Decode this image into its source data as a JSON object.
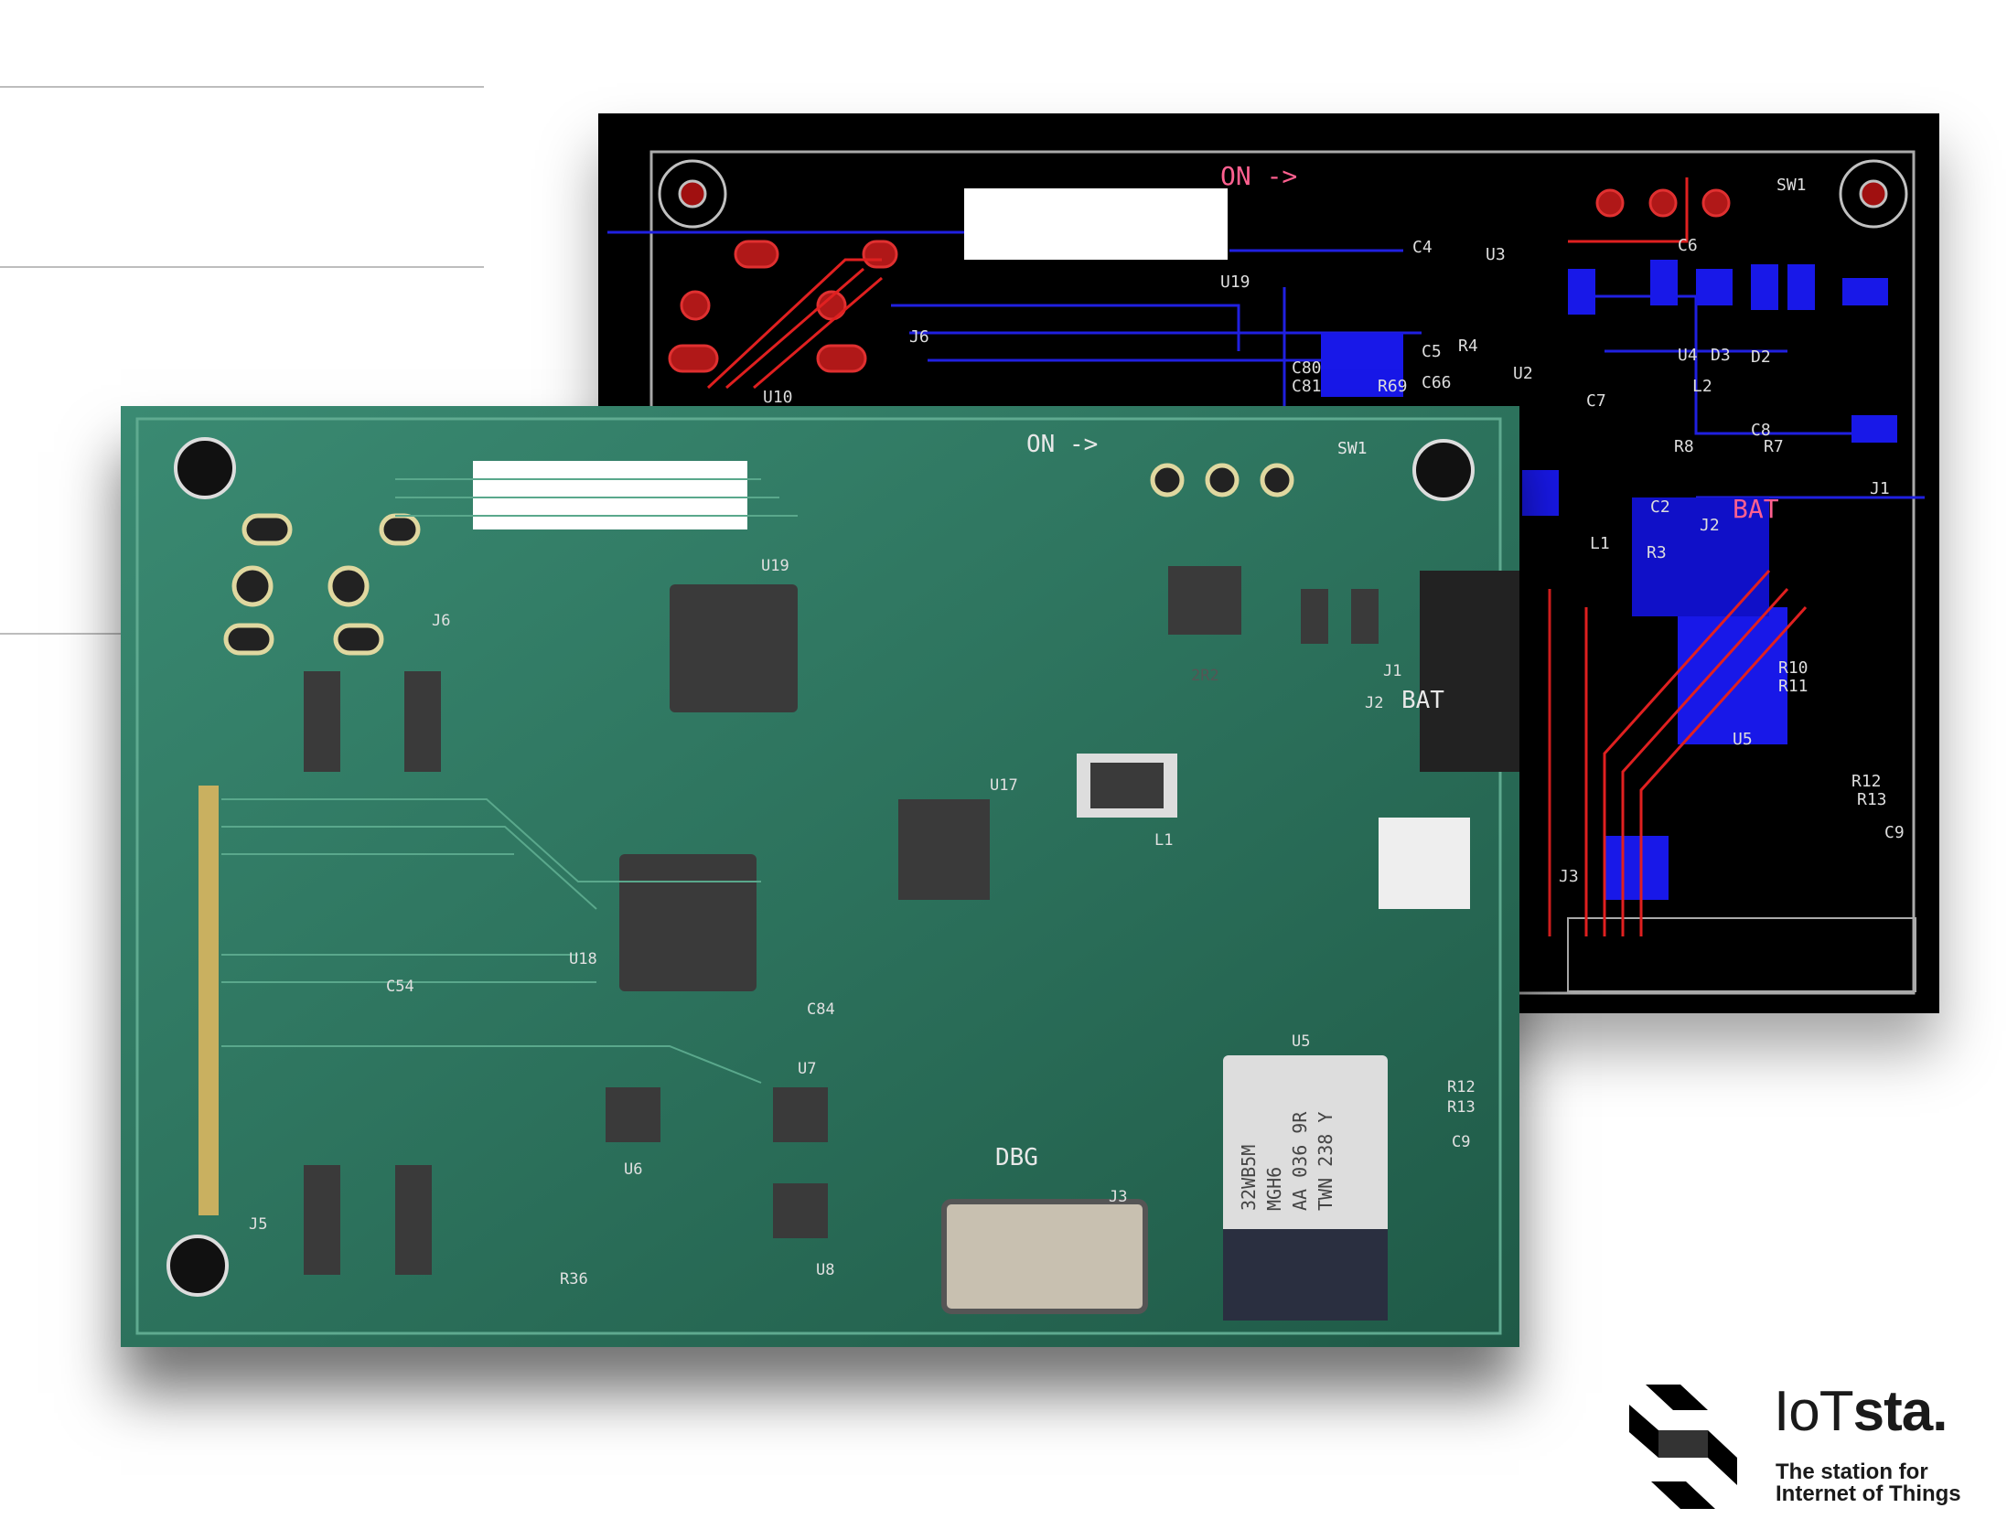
{
  "layout_view": {
    "silkscreen": {
      "switch_label": "ON ->",
      "switch_ref": "SW1",
      "battery": "BAT",
      "refs": [
        "C4",
        "U3",
        "C6",
        "U19",
        "C5",
        "R4",
        "U2",
        "C7",
        "U4",
        "D3",
        "D2",
        "L2",
        "J6",
        "U10",
        "C80",
        "C81",
        "R69",
        "C66",
        "R8",
        "C8",
        "R7",
        "C2",
        "J2",
        "R3",
        "L1",
        "J1",
        "R12",
        "R13",
        "C9",
        "J3",
        "U5",
        "R10",
        "R11"
      ]
    }
  },
  "photo_view": {
    "silkscreen": {
      "switch_label": "ON ->",
      "switch_ref": "SW1",
      "battery": "BAT",
      "debug": "DBG",
      "refs": [
        "J6",
        "U19",
        "U18",
        "U6",
        "U7",
        "U8",
        "J5",
        "C54",
        "R36",
        "U17",
        "L1",
        "J2",
        "J1",
        "U5",
        "J3",
        "C84",
        "R12",
        "R13",
        "C9",
        "2R2"
      ]
    },
    "module_marking": [
      "32WB5M",
      "MGH6",
      "AA 036 9R",
      "TWN 238 Y"
    ]
  },
  "logo": {
    "brand_light": "IoT",
    "brand_bold": "sta.",
    "tagline_line1": "The station for",
    "tagline_line2": "Internet of Things"
  }
}
